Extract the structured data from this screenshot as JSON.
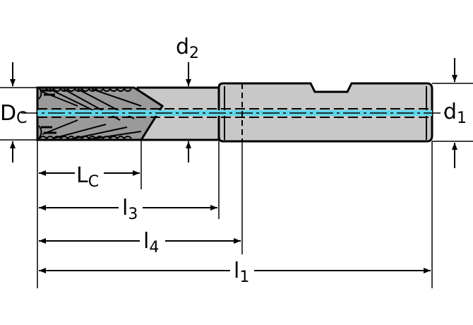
{
  "labels": {
    "d2": {
      "main": "d",
      "sub": "2"
    },
    "Dc": {
      "main": "D",
      "sub": "C"
    },
    "d1": {
      "main": "d",
      "sub": "1"
    },
    "Lc": {
      "main": "L",
      "sub": "C"
    },
    "l3": {
      "main": "l",
      "sub": "3"
    },
    "l4": {
      "main": "l",
      "sub": "4"
    },
    "l1": {
      "main": "l",
      "sub": "1"
    }
  },
  "colors": {
    "line": "#000000",
    "body_fill": "#c8c8c8",
    "cutter_fill": "#9a9a9a",
    "coolant": "#5ed7e8"
  }
}
